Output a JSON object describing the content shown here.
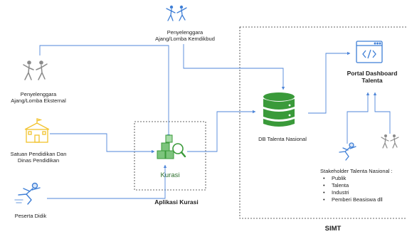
{
  "nodes": {
    "penyelenggara_kemdikbud": {
      "lines": [
        "Penyelenggara",
        "Ajang/Lomba Kemdikbud"
      ],
      "icon": "dancers-icon"
    },
    "penyelenggara_eksternal": {
      "lines": [
        "Penyelenggara",
        "Ajang/Lomba Eksternal"
      ],
      "icon": "dancers-icon"
    },
    "satuan_pendidikan": {
      "lines": [
        "Satuan Pendidikan Dan",
        "Dinas Pendidikan"
      ],
      "icon": "school-building-icon"
    },
    "peserta_didik": {
      "lines": [
        "Peserta Didik"
      ],
      "icon": "runner-icon"
    },
    "kurasi": {
      "label": "Kurasi",
      "icon": "boxes-magnifier-icon"
    },
    "db_talenta": {
      "label": "DB Talenta Nasional",
      "icon": "database-icon"
    },
    "portal": {
      "lines": [
        "Portal Dashboard",
        "Talenta"
      ],
      "icon": "code-window-icon"
    }
  },
  "groups": {
    "aplikasi_kurasi": "Aplikasi Kurasi",
    "simt": "SIMT"
  },
  "stakeholders": {
    "title": "Stakeholder Talenta Nasional :",
    "items": [
      "Publik",
      "Talenta",
      "Industri",
      "Pemberi Beasiswa dll"
    ],
    "icons": [
      "runner-icon",
      "dancers-icon"
    ]
  },
  "colors": {
    "line": "#4f86d9",
    "icon_green": "#3a9a3a",
    "icon_green_light": "#7cc47c",
    "icon_yellow": "#f2c32c",
    "icon_blue": "#3f7fd6",
    "icon_gray": "#8a8a8a",
    "dash_border": "#333333"
  }
}
